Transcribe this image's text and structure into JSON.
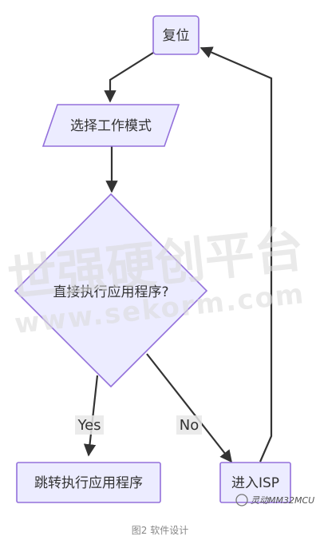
{
  "nodes": {
    "reset": "复位",
    "select_mode": "选择工作模式",
    "decision": "直接执行应用程序?",
    "run_app": "跳转执行应用程序",
    "enter_isp": "进入ISP"
  },
  "edges": {
    "yes": "Yes",
    "no": "No"
  },
  "watermark": {
    "cn": "世强硬创平台",
    "url": "www.sekorm.com",
    "brand": "灵动MM32MCU"
  },
  "caption": "图2 软件设计",
  "colors": {
    "node_fill": "#ECECFF",
    "node_stroke": "#9370DB",
    "edge": "#333333"
  }
}
